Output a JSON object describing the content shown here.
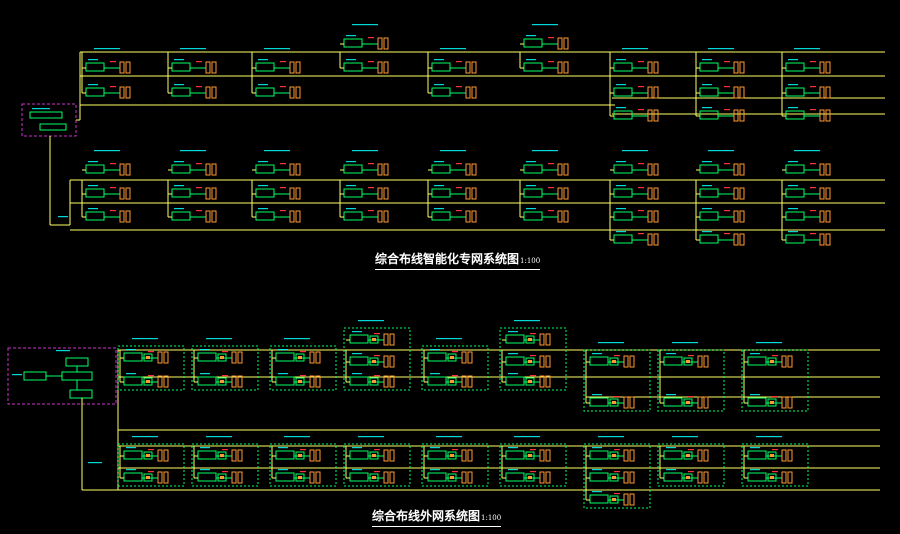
{
  "diagram_top": {
    "title": "综合布线智能化专网系统图",
    "title_suffix": "1:100"
  },
  "diagram_bottom": {
    "title": "综合布线外网系统图",
    "title_suffix": "1:100"
  },
  "colors": {
    "background": "#000000",
    "trunk": "#ffff66",
    "equipment": "#00ff66",
    "label": "#00ffff",
    "device": "#ff9933",
    "rack_frame": "#cc33cc",
    "marker": "#ff3333",
    "title": "#ffffff"
  }
}
